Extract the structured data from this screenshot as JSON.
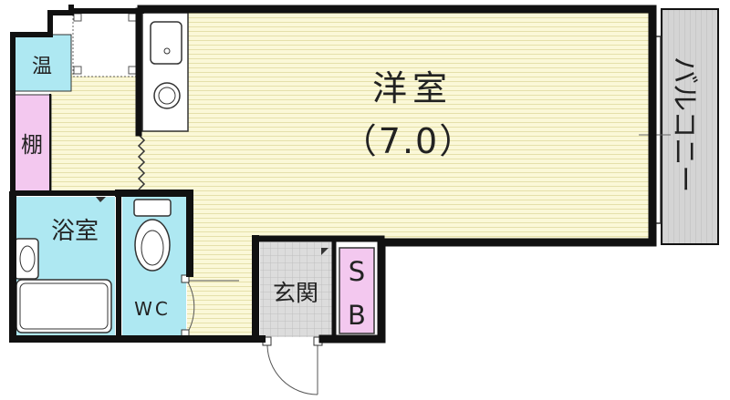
{
  "floorplan": {
    "rooms": {
      "western_room": {
        "name": "洋室",
        "size": "（7.0）"
      },
      "balcony": {
        "name": "バルコニー"
      },
      "bathroom": {
        "name": "浴室"
      },
      "toilet": {
        "name": "WC"
      },
      "entrance": {
        "name": "玄関"
      },
      "shoe_box": {
        "name_line1": "S",
        "name_line2": "B"
      },
      "water_heater": {
        "name": "温"
      },
      "shelf": {
        "name": "棚"
      }
    },
    "colors": {
      "wall": "#111111",
      "flooring": "#fbf8d8",
      "flooring_line": "#e5e0aa",
      "wet_area": "#aee8f2",
      "storage": "#f3c8ef",
      "entrance_tile": "#dcdcdc",
      "balcony": "#d4d4d4"
    }
  }
}
